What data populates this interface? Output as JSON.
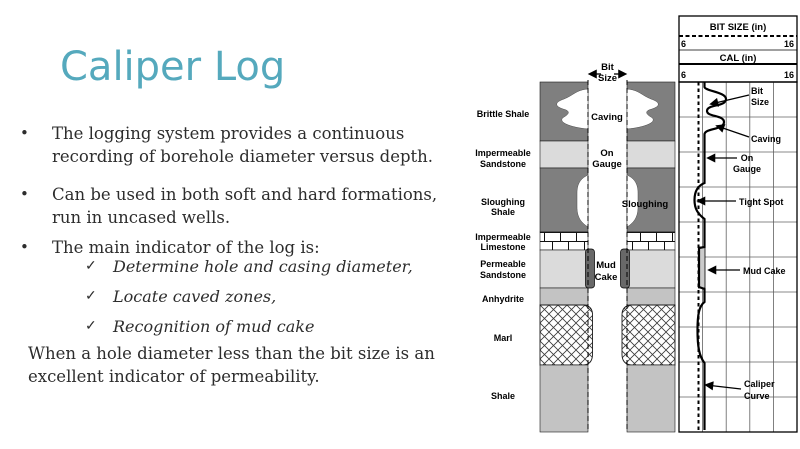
{
  "slide": {
    "title": "Caliper Log",
    "title_color": "#55A9BD",
    "bullet_mark": "•",
    "check_mark": "✓",
    "bullets": [
      "The logging system provides a continuous recording of borehole diameter versus depth.",
      "Can be used in both soft and hard formations, run in uncased wells.",
      "The main indicator of the log is:"
    ],
    "check_items": [
      "Determine hole and casing diameter,",
      "Locate caved zones,",
      "Recognition of mud cake"
    ],
    "footer": "When a hole diameter less than the bit size is an excellent indicator of permeability."
  },
  "diagram": {
    "formation_labels": [
      {
        "lines": [
          "Brittle Shale"
        ]
      },
      {
        "lines": [
          "Impermeable",
          "Sandstone"
        ]
      },
      {
        "lines": [
          "Sloughing",
          "Shale"
        ]
      },
      {
        "lines": [
          "Impermeable",
          "Limestone"
        ]
      },
      {
        "lines": [
          "Permeable",
          "Sandstone"
        ]
      },
      {
        "lines": [
          "Anhydrite"
        ]
      },
      {
        "lines": [
          "Marl"
        ]
      },
      {
        "lines": [
          "Shale"
        ]
      }
    ],
    "borehole": {
      "bit_size": [
        "Bit",
        "Size"
      ],
      "caving": "Caving",
      "on_gauge": [
        "On",
        "Gauge"
      ],
      "sloughing": "Sloughing",
      "mud_cake": [
        "Mud",
        "Cake"
      ]
    },
    "colors": {
      "dark_shale": "#7f7f7f",
      "light_sandstone": "#dbdbdb",
      "mid_gray": "#c3c3c3",
      "mud_cake_strip": "#686868"
    }
  },
  "log_chart": {
    "header": {
      "track1_title": "BIT SIZE (in)",
      "track1_min": "6",
      "track1_max": "16",
      "track2_title": "CAL (in)",
      "track2_min": "6",
      "track2_max": "16"
    },
    "annotations": {
      "bit_size": [
        "Bit",
        "Size"
      ],
      "caving": "Caving",
      "on_gauge": [
        "On",
        "Gauge"
      ],
      "tight_spot": "Tight Spot",
      "mud_cake": "Mud Cake",
      "caliper_curve": [
        "Caliper",
        "Curve"
      ]
    }
  }
}
